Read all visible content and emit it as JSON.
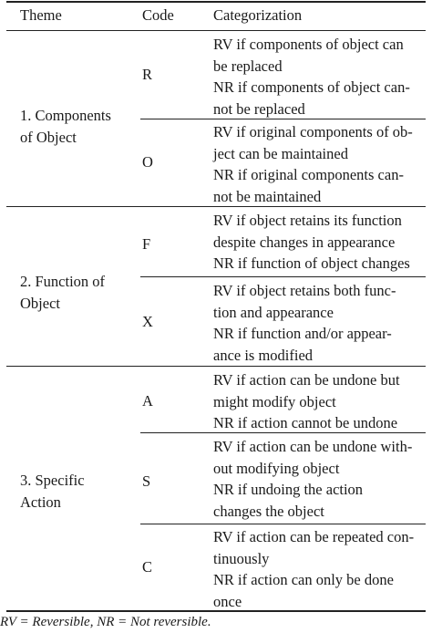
{
  "header": {
    "theme": "Theme",
    "code": "Code",
    "categorization": "Categorization"
  },
  "themes": [
    {
      "label_lines": [
        "1. Components",
        "of Object"
      ],
      "codes": [
        {
          "code": "R",
          "lines": [
            "RV if components of object can",
            "be replaced",
            "NR if components of object can-",
            "not be replaced"
          ]
        },
        {
          "code": "O",
          "lines": [
            "RV if original components of ob-",
            "ject can be maintained",
            "NR if original components can-",
            "not be maintained"
          ]
        }
      ]
    },
    {
      "label_lines": [
        "2. Function of",
        "Object"
      ],
      "codes": [
        {
          "code": "F",
          "lines": [
            "RV if object retains its function",
            "despite changes in appearance",
            "NR if function of object changes"
          ]
        },
        {
          "code": "X",
          "lines": [
            "RV if object retains both func-",
            "tion and appearance",
            "NR if function and/or appear-",
            "ance is modified"
          ]
        }
      ]
    },
    {
      "label_lines": [
        "3. Specific",
        "Action"
      ],
      "codes": [
        {
          "code": "A",
          "lines": [
            "RV if action can be undone but",
            "might modify object",
            "NR if action cannot be undone"
          ]
        },
        {
          "code": "S",
          "lines": [
            "RV if action can be undone with-",
            "out modifying object",
            "NR if undoing the action",
            "changes the object"
          ]
        },
        {
          "code": "C",
          "lines": [
            "RV if action can be repeated con-",
            "tinuously",
            "NR if action can only be done",
            "once"
          ]
        }
      ]
    }
  ],
  "caption": "RV = Reversible, NR = Not reversible."
}
